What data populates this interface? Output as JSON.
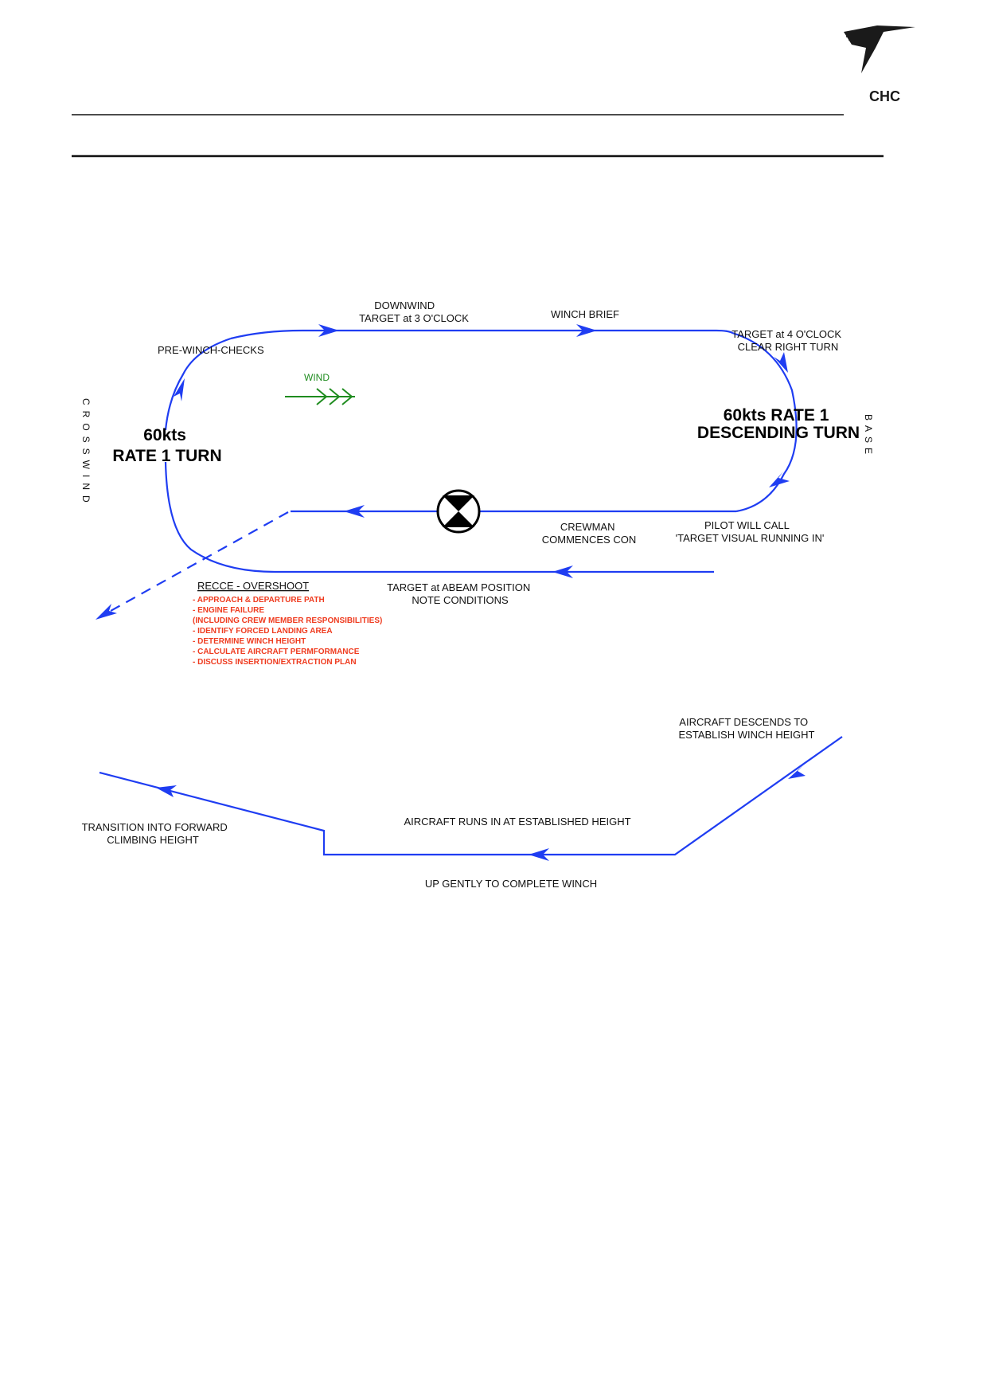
{
  "logo": {
    "text": "CHC"
  },
  "colors": {
    "path": "#1f3df2",
    "wind": "#1f8c1f",
    "note": "#ef3b1f",
    "text": "#111111"
  },
  "diagram": {
    "downwind": [
      "DOWNWIND",
      "TARGET at 3 O'CLOCK"
    ],
    "winch_brief": "WINCH BRIEF",
    "target_4_oclock": [
      "TARGET at 4 O'CLOCK",
      "CLEAR RIGHT TURN"
    ],
    "pre_winch_checks": "PRE-WINCH-CHECKS",
    "wind": "WIND",
    "crosswind": "CROSSWIND",
    "base": "BASE",
    "left_turn": [
      "60kts",
      "RATE 1 TURN"
    ],
    "right_turn": [
      "60kts RATE 1",
      "DESCENDING TURN"
    ],
    "crewman": [
      "CREWMAN",
      "COMMENCES CON"
    ],
    "pilot_call": [
      "PILOT WILL CALL",
      "'TARGET VISUAL RUNNING IN'"
    ],
    "abeam": [
      "TARGET at ABEAM POSITION",
      "NOTE CONDITIONS"
    ],
    "recce_title": "RECCE - OVERSHOOT",
    "recce_items": [
      "- APPROACH & DEPARTURE PATH",
      "- ENGINE FAILURE",
      "  (INCLUDING CREW MEMBER RESPONSIBILITIES)",
      "- IDENTIFY FORCED LANDING AREA",
      "- DETERMINE WINCH HEIGHT",
      "- CALCULATE AIRCRAFT PERMFORMANCE",
      "- DISCUSS INSERTION/EXTRACTION PLAN"
    ]
  },
  "profile": {
    "descends": [
      "AIRCRAFT DESCENDS TO",
      "ESTABLISH WINCH HEIGHT"
    ],
    "runs_in": "AIRCRAFT RUNS IN AT ESTABLISHED HEIGHT",
    "up_gently": "UP GENTLY TO COMPLETE WINCH",
    "transition": [
      "TRANSITION INTO FORWARD",
      "CLIMBING HEIGHT"
    ]
  }
}
